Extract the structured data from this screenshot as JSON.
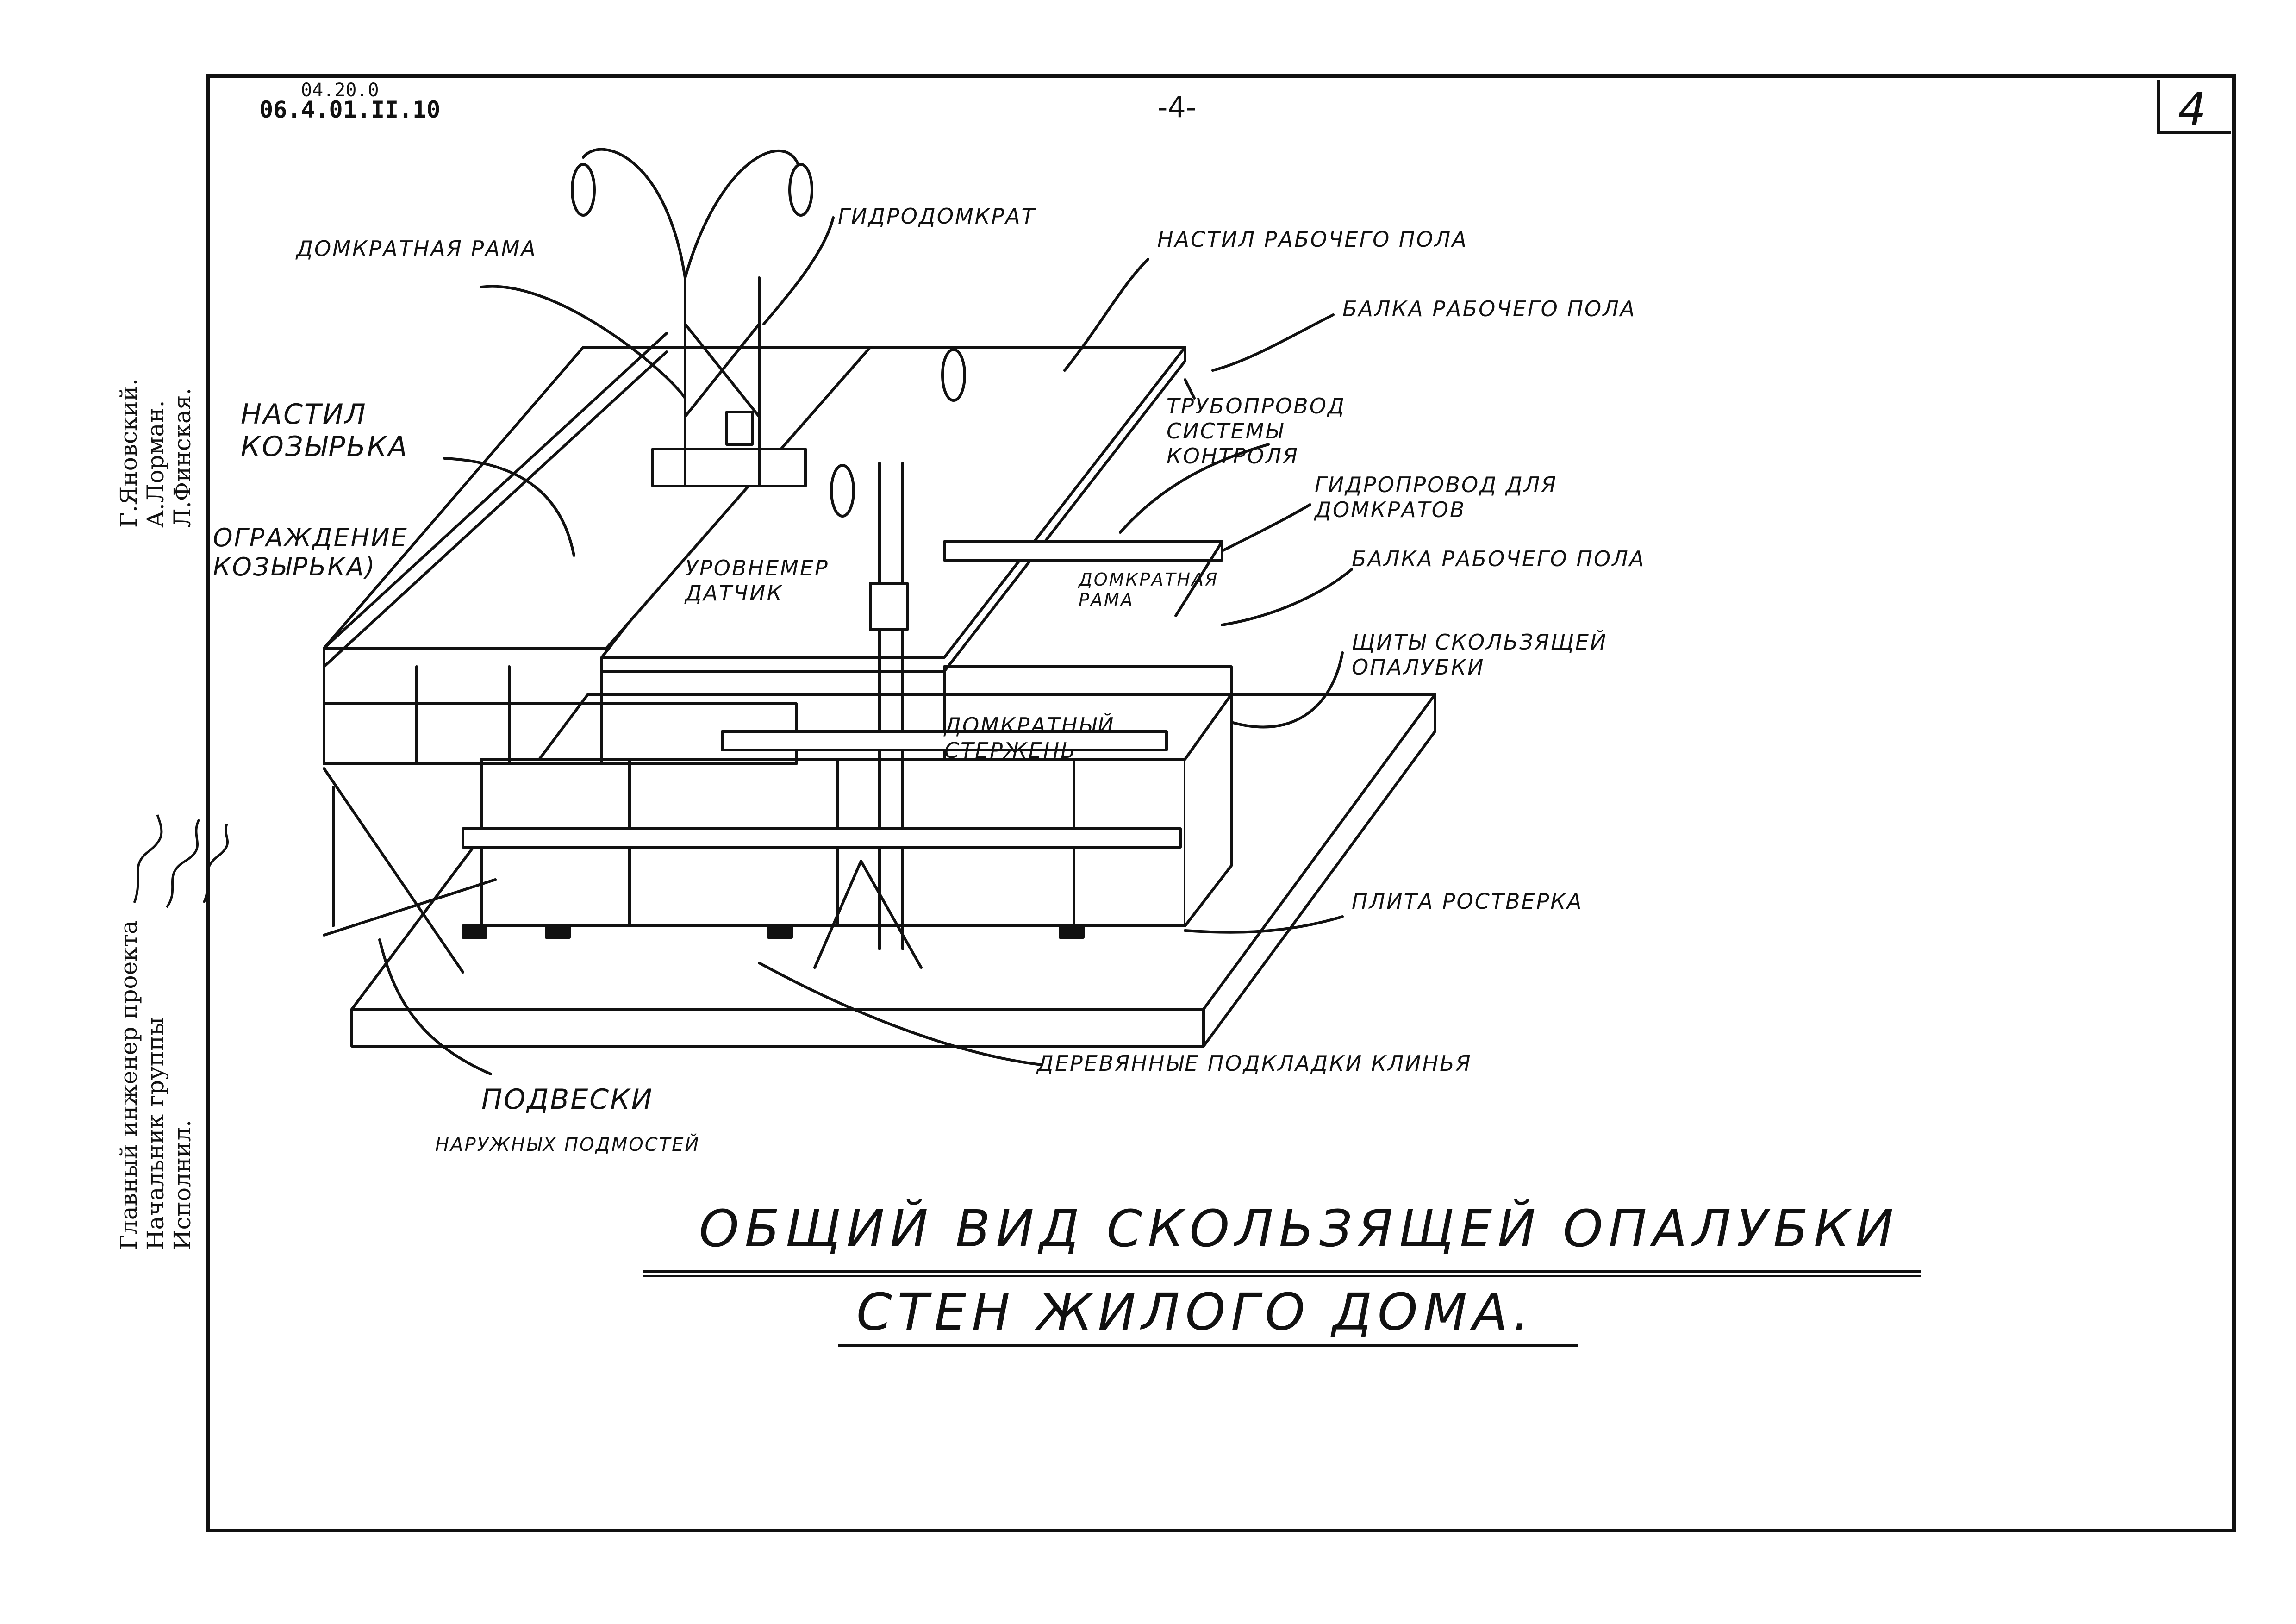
{
  "header": {
    "code_top": "04.20.0",
    "code_main": "06.4.01.II.10",
    "page_number": "-4-",
    "sheet_number": "4"
  },
  "stamp": {
    "rows": [
      {
        "role": "Главный инженер проекта",
        "name": "Г.Яновский."
      },
      {
        "role": "Начальник группы",
        "name": "А.Лорман."
      },
      {
        "role": "Исполнил.",
        "name": "Л.Финская."
      }
    ]
  },
  "labels": {
    "domkratnaya_rama": "ДОМКРАТНАЯ РАМА",
    "gidrodomkrat": "ГИДРОДОМКРАТ",
    "nastil_rabochego_pola": "НАСТИЛ РАБОЧЕГО ПОЛА",
    "balka_rabochego_pola_top": "БАЛКА РАБОЧЕГО ПОЛА",
    "truboprovod": "ТРУБОПРОВОД СИСТЕМЫ КОНТРОЛЯ",
    "nastil_kozyrka": "НАСТИЛ КОЗЫРЬКА",
    "gidroprovod": "ГИДРОПРОВОД ДЛЯ ДОМКРАТОВ",
    "ograzhdenie": "ОГРАЖДЕНИЕ КОЗЫРЬКА)",
    "urovnemer": "УРОВНЕМЕР ДАТЧИК",
    "domkratnaya_rama_2": "ДОМКРАТНАЯ РАМА",
    "balka_rabochego_pola_mid": "БАЛКА РАБОЧЕГО ПОЛА",
    "shchity": "ЩИТЫ СКОЛЬЗЯЩЕЙ ОПАЛУБКИ",
    "domkratny_sterzhen": "ДОМКРАТНЫЙ СТЕРЖЕНЬ",
    "plita": "ПЛИТА РОСТВЕРКА",
    "podkladki": "ДЕРЕВЯННЫЕ ПОДКЛАДКИ КЛИНЬЯ",
    "podveski": "ПОДВЕСКИ",
    "naruzhnyh": "НАРУЖНЫХ ПОДМОСТЕЙ"
  },
  "title": {
    "line1": "ОБЩИЙ ВИД СКОЛЬЗЯЩЕЙ ОПАЛУБКИ",
    "line2": "СТЕН ЖИЛОГО ДОМА."
  }
}
